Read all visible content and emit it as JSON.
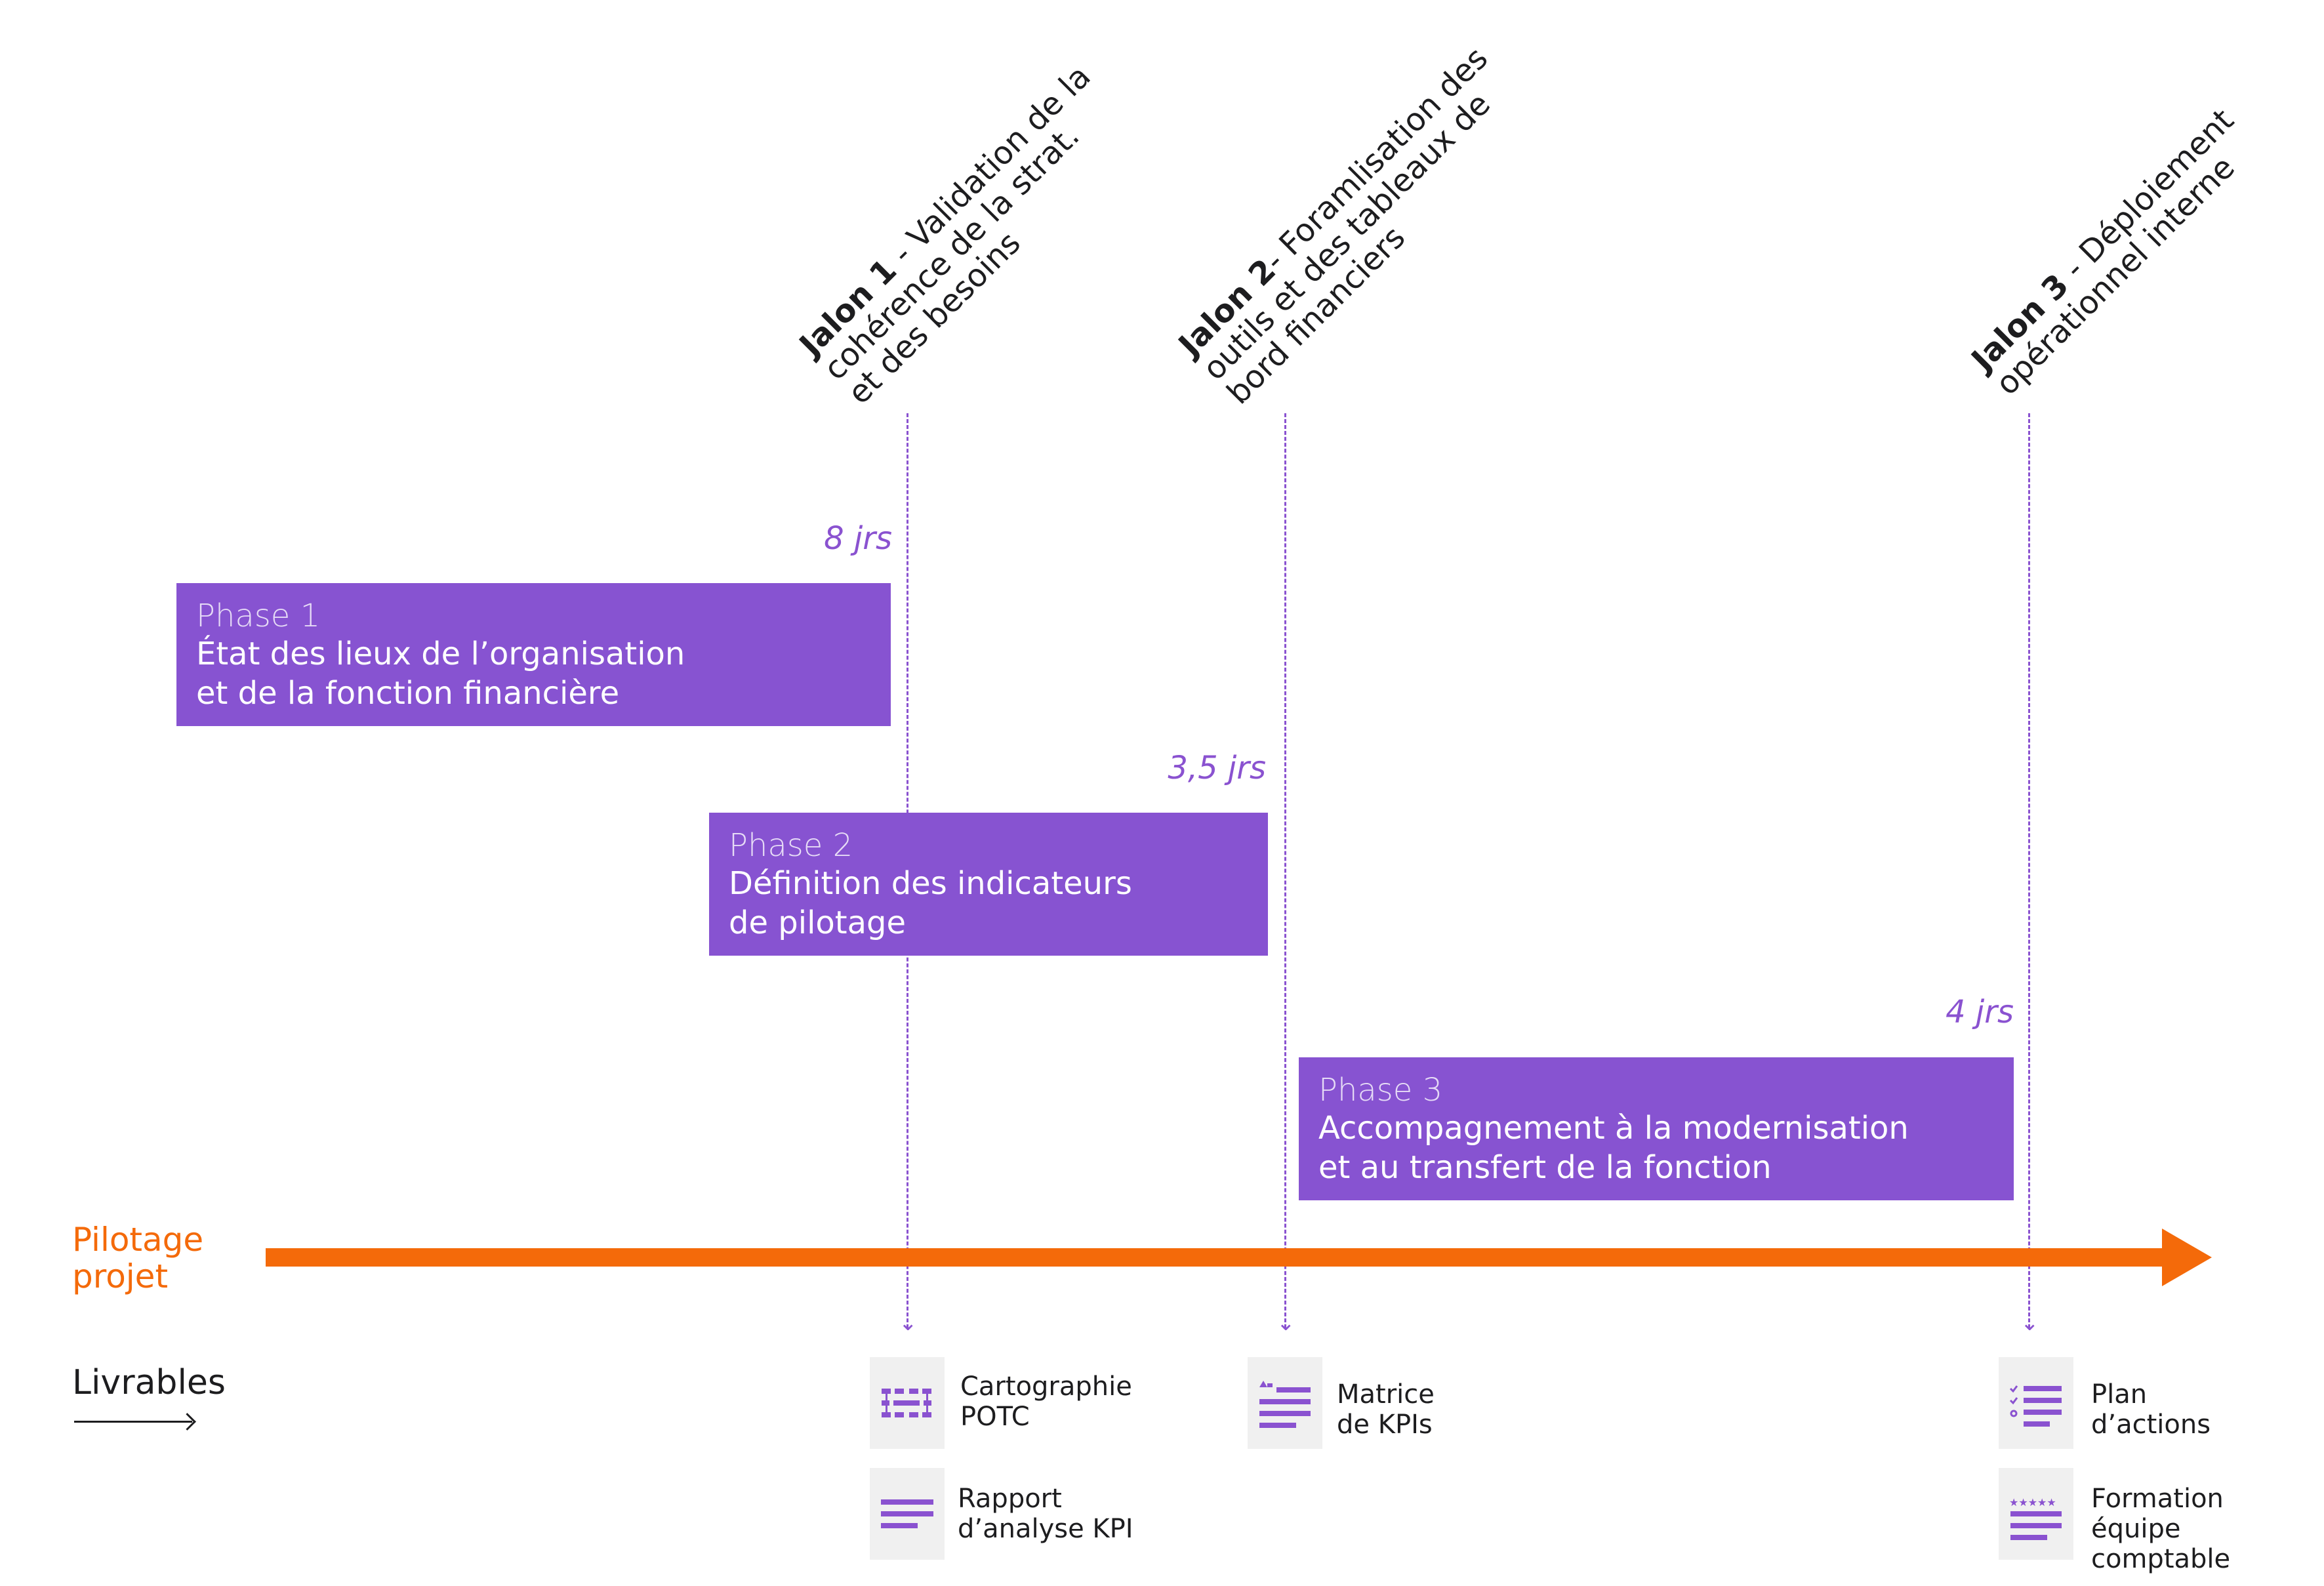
{
  "milestones": [
    {
      "bold": "Jalon 1",
      "rest": " - Validation de la",
      "line2": "cohérence de la strat.",
      "line3": "et des besoins"
    },
    {
      "bold": "Jalon 2",
      "rest": "- Foramlisation des",
      "line2": "outils et des tableaux de",
      "line3": "bord financiers"
    },
    {
      "bold": "Jalon 3",
      "rest": " - Déploiement",
      "line2": "opérationnel interne",
      "line3": ""
    }
  ],
  "phases": [
    {
      "label": "Phase 1",
      "title_line1": "État des lieux de l’organisation",
      "title_line2": "et de la fonction financière",
      "duration": "8 jrs"
    },
    {
      "label": "Phase 2",
      "title_line1": "Définition des indicateurs",
      "title_line2": "de pilotage",
      "duration": "3,5 jrs"
    },
    {
      "label": "Phase 3",
      "title_line1": "Accompagnement à la modernisation",
      "title_line2": "et au transfert de la fonction",
      "duration": "4 jrs"
    }
  ],
  "pilotage": {
    "line1": "Pilotage",
    "line2": "projet"
  },
  "livrables": {
    "label": "Livrables",
    "items": [
      {
        "line1": "Cartographie",
        "line2": "POTC",
        "icon": "process-map-icon"
      },
      {
        "line1": "Rapport",
        "line2": "d’analyse KPI",
        "icon": "text-lines-icon"
      },
      {
        "line1": "Matrice",
        "line2": "de KPIs",
        "icon": "chart-list-icon"
      },
      {
        "line1": "Plan",
        "line2": "d’actions",
        "icon": "checklist-icon"
      },
      {
        "line1": "Formation",
        "line2": "équipe comptable",
        "icon": "star-rating-icon"
      }
    ]
  },
  "colors": {
    "purple": "#8753d1",
    "orange": "#f46a0a",
    "text": "#1d1d1f",
    "icon_bg": "#f0f0f0"
  }
}
